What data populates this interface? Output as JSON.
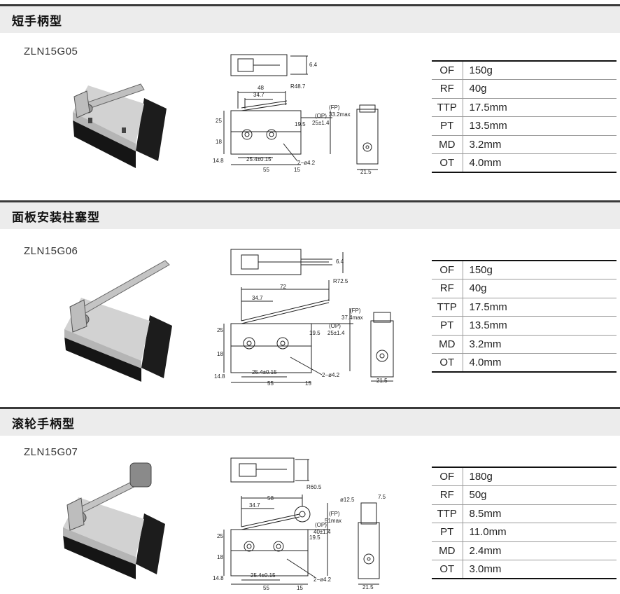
{
  "sections": [
    {
      "title": "短手柄型",
      "model": "ZLN15G05",
      "specs": [
        {
          "k": "OF",
          "v": "150g"
        },
        {
          "k": "RF",
          "v": "40g"
        },
        {
          "k": "TTP",
          "v": "17.5mm"
        },
        {
          "k": "PT",
          "v": "13.5mm"
        },
        {
          "k": "MD",
          "v": "3.2mm"
        },
        {
          "k": "OT",
          "v": "4.0mm"
        }
      ],
      "drawing": {
        "d_top": "6.4",
        "d_len": "48",
        "d_radius": "R48.7",
        "d_offset": "34.7",
        "d_fp": "(FP)",
        "d_fp_val": "33.2max",
        "d_op": "(OP)",
        "d_op_val": "25±1.4",
        "d_h25": "25",
        "d_h195": "19.5",
        "d_h18": "18",
        "d_148": "14.8",
        "d_254": "25.4±0.15",
        "d_55": "55",
        "d_15": "15",
        "d_hole": "2−ø4.2",
        "d_215": "21.5"
      }
    },
    {
      "title": "面板安装柱塞型",
      "model": "ZLN15G06",
      "specs": [
        {
          "k": "OF",
          "v": "150g"
        },
        {
          "k": "RF",
          "v": "40g"
        },
        {
          "k": "TTP",
          "v": "17.5mm"
        },
        {
          "k": "PT",
          "v": "13.5mm"
        },
        {
          "k": "MD",
          "v": "3.2mm"
        },
        {
          "k": "OT",
          "v": "4.0mm"
        }
      ],
      "drawing": {
        "d_top": "6.4",
        "d_len": "72",
        "d_radius": "R72.5",
        "d_offset": "34.7",
        "d_fp": "(FP)",
        "d_fp_val": "37.4max",
        "d_op": "(OP)",
        "d_op_val": "25±1.4",
        "d_h25": "25",
        "d_h195": "19.5",
        "d_h18": "18",
        "d_148": "14.8",
        "d_254": "25.4±0.15",
        "d_55": "55",
        "d_15": "15",
        "d_hole": "2−ø4.2",
        "d_215": "21.5"
      }
    },
    {
      "title": "滚轮手柄型",
      "model": "ZLN15G07",
      "specs": [
        {
          "k": "OF",
          "v": "180g"
        },
        {
          "k": "RF",
          "v": "50g"
        },
        {
          "k": "TTP",
          "v": "8.5mm"
        },
        {
          "k": "PT",
          "v": "11.0mm"
        },
        {
          "k": "MD",
          "v": "2.4mm"
        },
        {
          "k": "OT",
          "v": "3.0mm"
        }
      ],
      "drawing": {
        "d_top": "7.5",
        "d_len": "58",
        "d_radius": "R60.5",
        "d_offset": "34.7",
        "d_fp": "(FP)",
        "d_fp_val": "51max",
        "d_op": "(OP)",
        "d_op_val": "40±1.4",
        "d_h25": "25",
        "d_h195": "19.5",
        "d_h18": "18",
        "d_148": "14.8",
        "d_254": "25.4±0.15",
        "d_55": "55",
        "d_15": "15",
        "d_hole": "2−ø4.2",
        "d_215": "21.5",
        "d_roller": "ø12.5"
      }
    }
  ]
}
